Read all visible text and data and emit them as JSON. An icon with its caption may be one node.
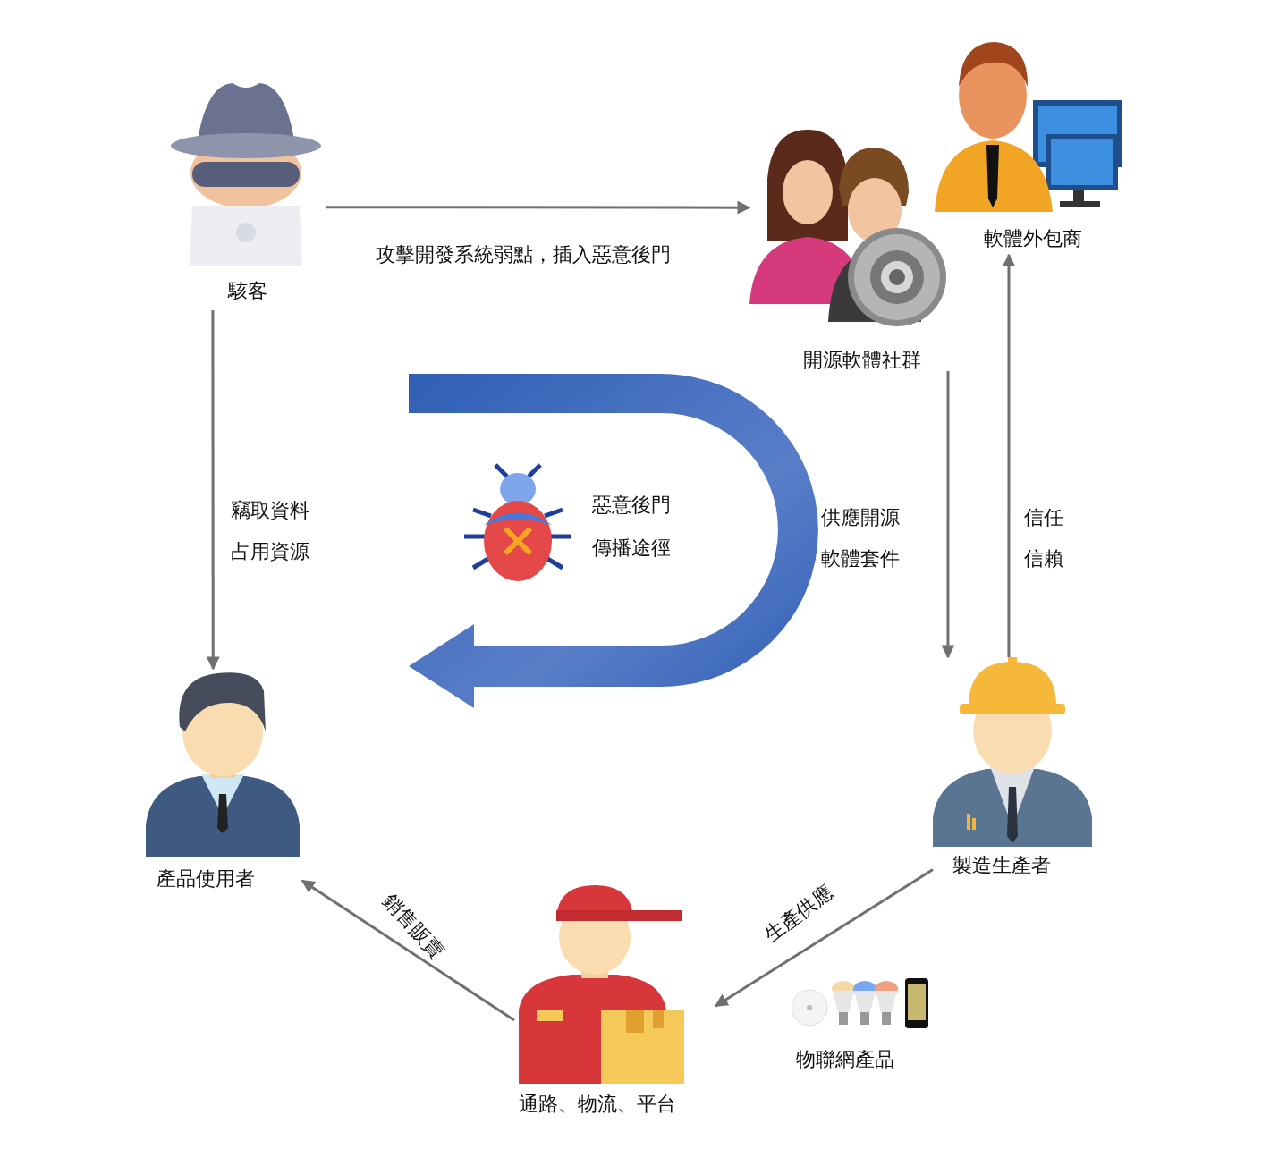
{
  "diagram": {
    "nodes": [
      {
        "text": [
          "駭客"
        ]
      },
      {
        "text": [
          "開源軟體社群"
        ]
      },
      {
        "text": [
          "軟體外包商"
        ]
      },
      {
        "text": [
          "產品使用者"
        ]
      },
      {
        "text": [
          "製造生產者"
        ]
      },
      {
        "text": [
          "通路、物流、平台"
        ]
      },
      {
        "text": [
          "物聯網產品"
        ]
      }
    ],
    "edges": [
      {
        "from": 0,
        "to": 1,
        "arrow": "to",
        "label": "攻擊開發系統弱點，插入惡意後門"
      },
      {
        "from": 0,
        "to": 3,
        "arrow": "to",
        "label": "竊取資料占用資源"
      },
      {
        "from": 1,
        "to": 4,
        "arrow": "to",
        "label": "供應開源軟體套件"
      },
      {
        "from": 4,
        "to": 2,
        "arrow": "to",
        "label": "信任信賴"
      },
      {
        "from": 4,
        "to": 5,
        "arrow": "to",
        "label": "生產供應"
      },
      {
        "from": 5,
        "to": 3,
        "arrow": "to",
        "label": "銷售販賣"
      }
    ],
    "labels": [
      "惡意後門",
      "傳播途徑"
    ]
  }
}
